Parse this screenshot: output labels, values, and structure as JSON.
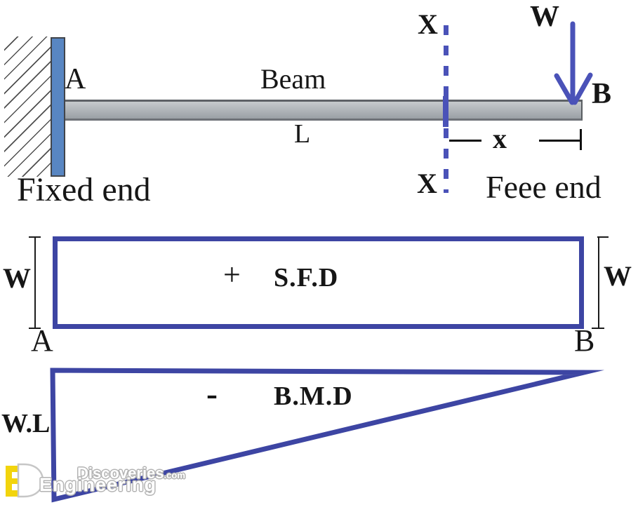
{
  "colors": {
    "diagram_blue": "#3d45a3",
    "accent_blue": "#4a52b8",
    "wall_blue": "#5886c2",
    "beam_gray": "#aab0b5",
    "ink": "#161616",
    "logo_yellow": "#f2d40d"
  },
  "beam_diagram": {
    "point_a": "A",
    "point_b": "B",
    "beam_label": "Beam",
    "span_label": "L",
    "load_label": "W",
    "section_mark_top": "X",
    "section_mark_bottom": "X",
    "distance_label": "x",
    "fixed_end_label": "Fixed end",
    "free_end_label": "Feee end"
  },
  "sfd": {
    "sign": "+",
    "title": "S.F.D",
    "left_value": "W",
    "right_value": "W",
    "point_a": "A",
    "point_b": "B"
  },
  "bmd": {
    "sign": "-",
    "title": "B.M.D",
    "peak_value": "W.L"
  },
  "watermark": {
    "line1": "Discoveries",
    "line1_suffix": ".com",
    "line2": "Engineering"
  }
}
